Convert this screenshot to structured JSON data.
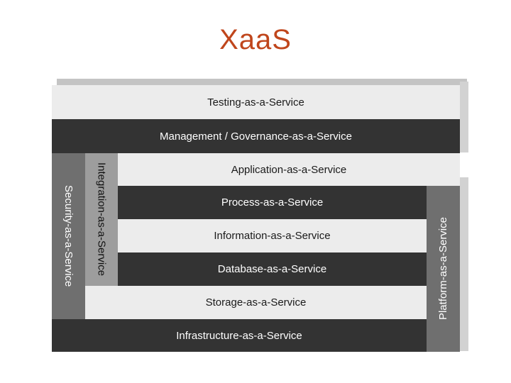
{
  "title": "XaaS",
  "layers": {
    "testing": "Testing-as-a-Service",
    "management": "Management / Governance-as-a-Service",
    "application": "Application-as-a-Service",
    "process": "Process-as-a-Service",
    "information": "Information-as-a-Service",
    "database": "Database-as-a-Service",
    "storage": "Storage-as-a-Service",
    "infrastructure": "Infrastructure-as-a-Service"
  },
  "pillars": {
    "security": "Security-as-a-Service",
    "integration": "Integration-as-a-Service",
    "platform": "Platform-as-a-Service"
  },
  "colors": {
    "title": "#c0461c",
    "dark_band": "#333333",
    "light_band": "#ececec",
    "security_pillar": "#6f6f6f",
    "integration_pillar": "#9d9d9d",
    "platform_pillar": "#6f6f6f"
  }
}
